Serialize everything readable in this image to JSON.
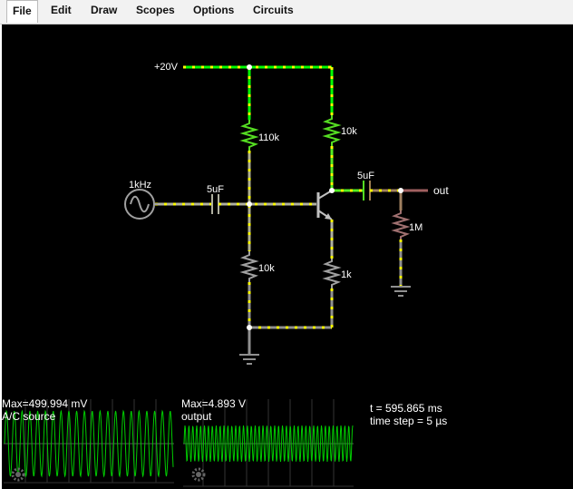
{
  "menu": [
    {
      "label": "File"
    },
    {
      "label": "Edit"
    },
    {
      "label": "Draw"
    },
    {
      "label": "Scopes"
    },
    {
      "label": "Options"
    },
    {
      "label": "Circuits"
    }
  ],
  "circuit": {
    "supply_label": "+20V",
    "r_bias_top": "110k",
    "r_collector": "10k",
    "r_bias_bottom": "10k",
    "r_emitter": "1k",
    "r_load": "1M",
    "c_input": "5uF",
    "c_output": "5uF",
    "source_freq": "1kHz",
    "output_label": "out"
  },
  "scopes": [
    {
      "max": "Max=499.994 mV",
      "name": "A/C source"
    },
    {
      "max": "Max=4.893 V",
      "name": "output"
    }
  ],
  "sim_info": {
    "time": "t = 595.865 ms",
    "time_step": "time step = 5 µs"
  },
  "colors": {
    "wire_high": "#00ff00",
    "wire_ground": "#808080",
    "current_dots": "#ffff00",
    "scope_trace": "#00cc00",
    "background": "#000000"
  },
  "icons": [
    "gear-icon"
  ]
}
